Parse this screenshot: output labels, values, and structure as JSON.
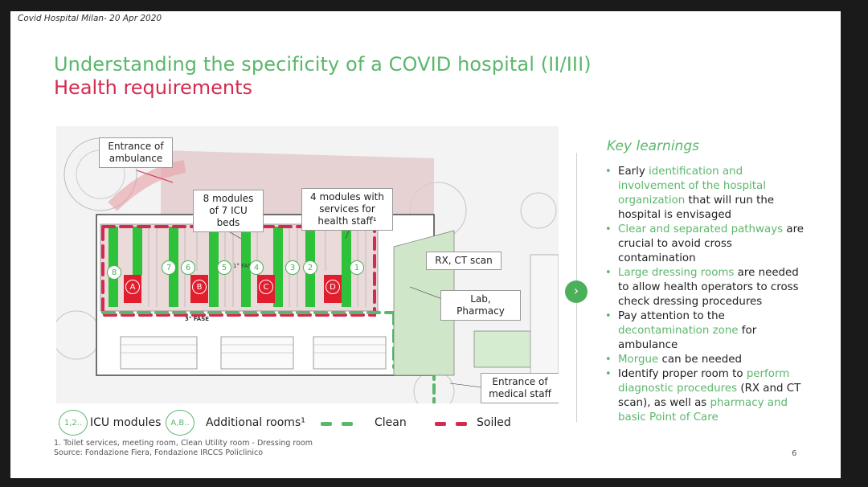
{
  "header_note": "Covid Hospital Milan- 20 Apr 2020",
  "title": "Understanding the specificity of a COVID hospital (II/III)",
  "subtitle": "Health requirements",
  "plan": {
    "callouts": {
      "ambulance": "Entrance of ambulance",
      "icu": "8 modules of 7 ICU beds",
      "services": "4 modules with services for health staff¹",
      "rx": "RX, CT scan",
      "lab": "Lab, Pharmacy",
      "medical": "Entrance of medical staff"
    },
    "phase1": "1° FASE",
    "phase3": "3° FASE",
    "modules": [
      "8",
      "7",
      "6",
      "5",
      "4",
      "3",
      "2",
      "1"
    ],
    "rooms": [
      "A",
      "B",
      "C",
      "D"
    ]
  },
  "legend": {
    "icu_symbol": "1,2..",
    "icu_label": "ICU modules",
    "rooms_symbol": "A,B..",
    "rooms_label": "Additional rooms¹",
    "clean_label": "Clean",
    "soiled_label": "Soiled"
  },
  "colors": {
    "clean": "#5bb76b",
    "soiled": "#d42a4f",
    "green_block": "#2ec23a",
    "red_room": "#e01e2e"
  },
  "footnotes": {
    "line1": "1. Toilet services, meeting room, Clean Utility room - Dressing room",
    "line2": "Source: Fondazione Fiera, Fondazione IRCCS Policlinico"
  },
  "key_learnings": {
    "title": "Key learnings",
    "items": [
      {
        "a": "Early ",
        "b": "identification and involvement of the hospital organization",
        "c": " that will run the hospital is envisaged"
      },
      {
        "a": "",
        "b": "Clear and separated pathways",
        "c": " are crucial to avoid cross contamination"
      },
      {
        "a": "",
        "b": "Large dressing rooms",
        "c": " are needed to allow health operators to cross check dressing procedures"
      },
      {
        "a": "Pay attention to the ",
        "b": "decontamination zone",
        "c": " for ambulance"
      },
      {
        "a": "",
        "b": "Morgue",
        "c": " can be needed"
      },
      {
        "a": "Identify proper room to ",
        "b": "perform diagnostic procedures",
        "c": " (RX and CT scan), as well as ",
        "d": "pharmacy and basic Point of Care"
      }
    ]
  },
  "next_icon": "chevron-right-icon",
  "page_number": "6"
}
